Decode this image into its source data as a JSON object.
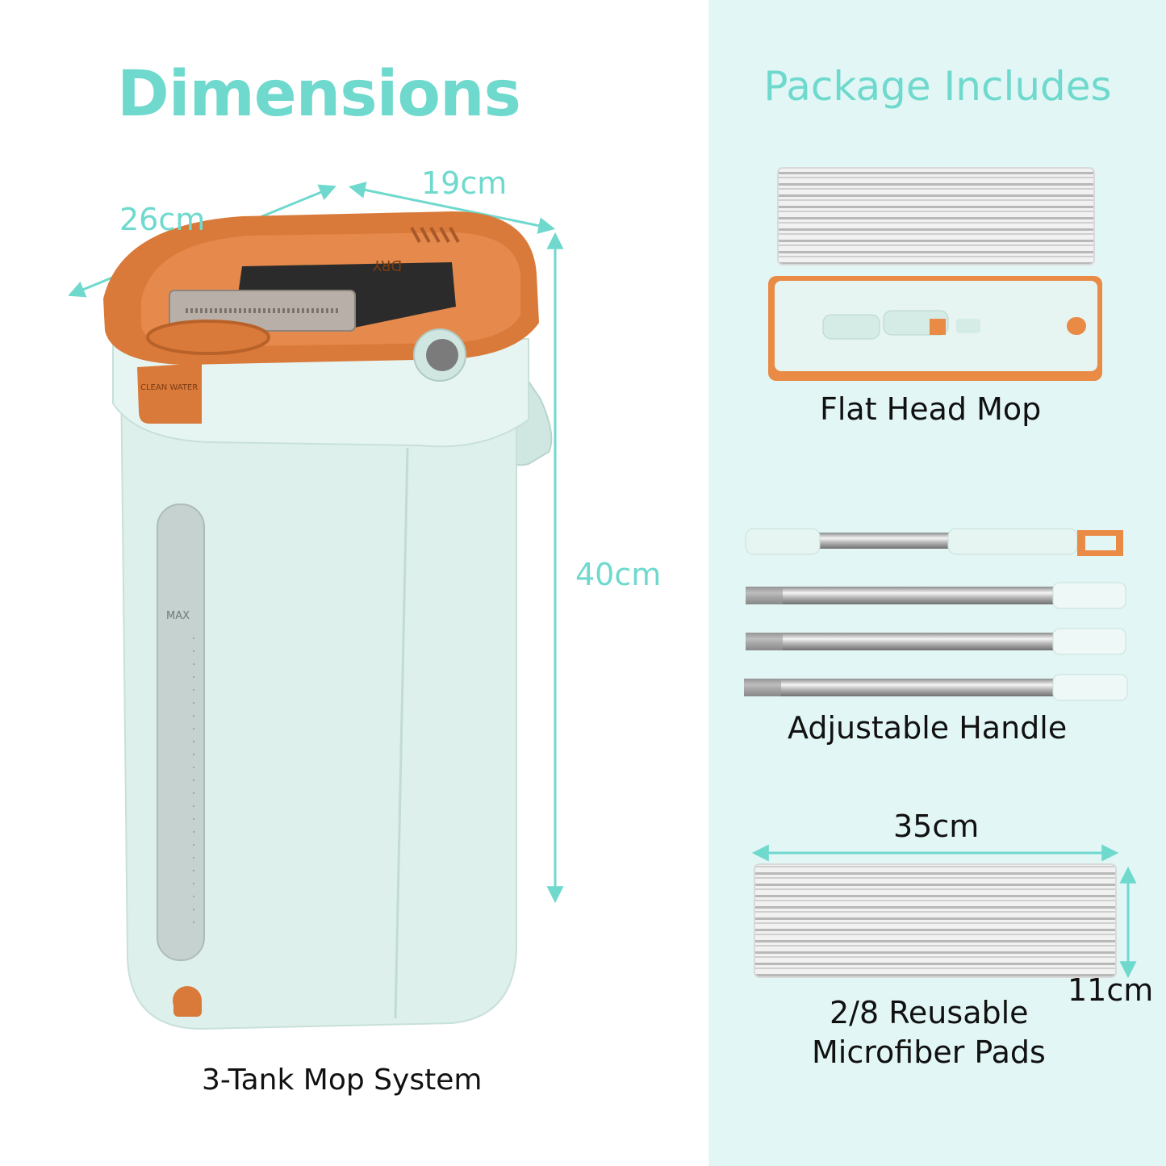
{
  "left": {
    "title": "Dimensions",
    "dim_depth": "26cm",
    "dim_width": "19cm",
    "dim_height": "40cm",
    "caption": "3-Tank Mop System",
    "bucket_labels": {
      "lid": "DRY",
      "tank": "CLEAN WATER",
      "gauge": "MAX"
    }
  },
  "right": {
    "title": "Package Includes",
    "item1": "Flat Head Mop",
    "item2": "Adjustable Handle",
    "pad_width": "35cm",
    "pad_height": "11cm",
    "item3_line1": "2/8 Reusable",
    "item3_line2": "Microfiber Pads"
  },
  "colors": {
    "accent": "#6fd9ce",
    "orange": "#d97a3a",
    "bucket": "#ddf0ec",
    "panel": "#e2f7f5"
  }
}
